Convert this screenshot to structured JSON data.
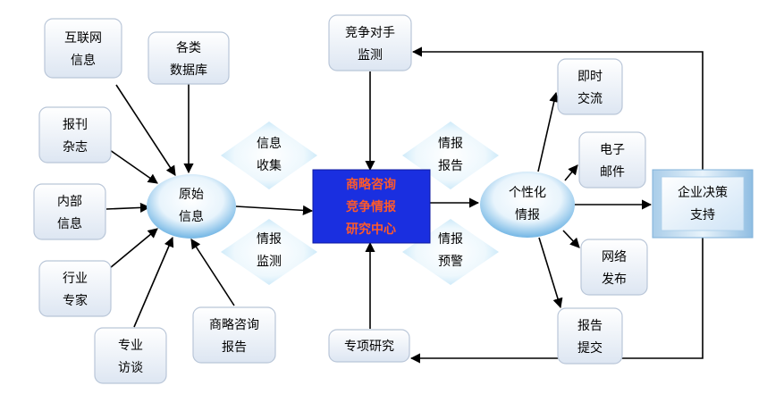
{
  "colors": {
    "box_fill_top": "#ffffff",
    "box_fill_bottom": "#dde6f2",
    "box_stroke": "#b9c6d8",
    "ellipse_edge": "#5aa9e0",
    "diamond_edge": "#b9e1f7",
    "center_fill": "#1a2fe0",
    "center_text": "#ff5a2a",
    "arrow": "#000000"
  },
  "sources": {
    "internet": [
      "互联网",
      "信息"
    ],
    "databases": [
      "各类",
      "数据库"
    ],
    "periodicals": [
      "报刊",
      "杂志"
    ],
    "internal": [
      "内部",
      "信息"
    ],
    "experts": [
      "行业",
      "专家"
    ],
    "interviews": [
      "专业",
      "访谈"
    ],
    "consulting_reports": [
      "商略咨询",
      "报告"
    ]
  },
  "raw_info": [
    "原始",
    "信息"
  ],
  "diamonds": {
    "collect": [
      "信息",
      "收集"
    ],
    "monitor": [
      "情报",
      "监测"
    ],
    "report": [
      "情报",
      "报告"
    ],
    "warning": [
      "情报",
      "预警"
    ]
  },
  "center": [
    "商略咨询",
    "竞争情报",
    "研究中心"
  ],
  "competitor": [
    "竞争对手",
    "监测"
  ],
  "special_research": [
    "专项研究"
  ],
  "personalized": [
    "个性化",
    "情报"
  ],
  "outputs": {
    "realtime": [
      "即时",
      "交流"
    ],
    "email": [
      "电子",
      "邮件"
    ],
    "web": [
      "网络",
      "发布"
    ],
    "submit": [
      "报告",
      "提交"
    ]
  },
  "decision": [
    "企业决策",
    "支持"
  ]
}
